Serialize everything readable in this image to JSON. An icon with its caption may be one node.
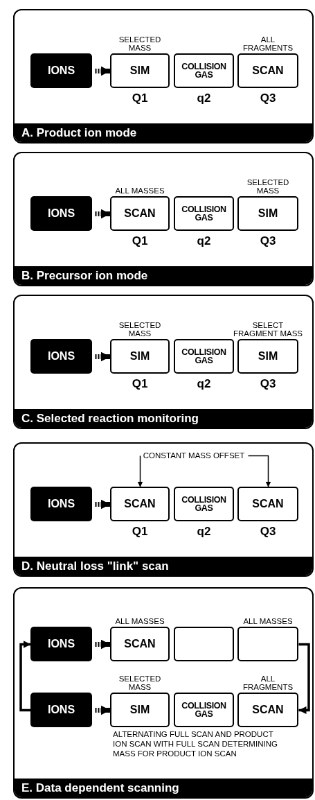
{
  "diagram": {
    "nodes": [
      {
        "text": [
          "A. Product ion mode"
        ]
      },
      {
        "text": [
          "IONS"
        ],
        "in": 0
      },
      {
        "text": [
          "SIM"
        ],
        "in": 0,
        "beside": [
          "SELECTED MASS",
          "Q1"
        ]
      },
      {
        "text": [
          "COLLISION GAS"
        ],
        "in": 0,
        "beside": [
          "q2"
        ]
      },
      {
        "text": [
          "SCAN"
        ],
        "in": 0,
        "beside": [
          "ALL FRAGMENTS",
          "Q3"
        ]
      },
      {
        "text": [
          "B. Precursor ion mode"
        ]
      },
      {
        "text": [
          "IONS"
        ],
        "in": 5
      },
      {
        "text": [
          "SCAN"
        ],
        "in": 5,
        "beside": [
          "ALL MASSES",
          "Q1"
        ]
      },
      {
        "text": [
          "COLLISION GAS"
        ],
        "in": 5,
        "beside": [
          "q2"
        ]
      },
      {
        "text": [
          "SIM"
        ],
        "in": 5,
        "beside": [
          "SELECTED MASS",
          "Q3"
        ]
      },
      {
        "text": [
          "C. Selected reaction monitoring"
        ]
      },
      {
        "text": [
          "IONS"
        ],
        "in": 10
      },
      {
        "text": [
          "SIM"
        ],
        "in": 10,
        "beside": [
          "SELECTED MASS",
          "Q1"
        ]
      },
      {
        "text": [
          "COLLISION GAS"
        ],
        "in": 10,
        "beside": [
          "q2"
        ]
      },
      {
        "text": [
          "SIM"
        ],
        "in": 10,
        "beside": [
          "SELECT FRAGMENT MASS",
          "Q3"
        ]
      },
      {
        "text": [
          "D. Neutral loss \"link\" scan"
        ]
      },
      {
        "text": [
          "CONSTANT MASS OFFSET"
        ],
        "in": 15
      },
      {
        "text": [
          "IONS"
        ],
        "in": 15
      },
      {
        "text": [
          "SCAN"
        ],
        "in": 15,
        "beside": [
          "Q1"
        ]
      },
      {
        "text": [
          "COLLISION GAS"
        ],
        "in": 15,
        "beside": [
          "q2"
        ]
      },
      {
        "text": [
          "SCAN"
        ],
        "in": 15,
        "beside": [
          "Q3"
        ]
      },
      {
        "text": [
          "E. Data dependent scanning"
        ]
      },
      {
        "text": [
          "IONS"
        ],
        "in": 21
      },
      {
        "text": [
          "SCAN"
        ],
        "in": 21,
        "beside": [
          "ALL MASSES"
        ]
      },
      {
        "text": [],
        "shape": "box",
        "in": 21
      },
      {
        "text": [],
        "shape": "box",
        "in": 21,
        "beside": [
          "ALL MASSES"
        ]
      },
      {
        "text": [
          "IONS"
        ],
        "in": 21
      },
      {
        "text": [
          "SIM"
        ],
        "in": 21,
        "beside": [
          "SELECTED MASS"
        ]
      },
      {
        "text": [
          "COLLISION GAS"
        ],
        "in": 21
      },
      {
        "text": [
          "SCAN"
        ],
        "in": 21,
        "beside": [
          "ALL FRAGMENTS"
        ]
      }
    ],
    "edges": [
      {
        "from": 1,
        "to": 2,
        "arrow": "to",
        "style": "dashed"
      },
      {
        "from": 6,
        "to": 7,
        "arrow": "to",
        "style": "dashed"
      },
      {
        "from": 11,
        "to": 12,
        "arrow": "to",
        "style": "dashed"
      },
      {
        "from": 17,
        "to": 18,
        "arrow": "to",
        "style": "dashed"
      },
      {
        "from": 16,
        "to": 18,
        "arrow": "to"
      },
      {
        "from": 16,
        "to": 20,
        "arrow": "to"
      },
      {
        "from": 22,
        "to": 23,
        "arrow": "to",
        "style": "dashed"
      },
      {
        "from": 26,
        "to": 27,
        "arrow": "to",
        "style": "dashed"
      },
      {
        "from": 25,
        "to": 29,
        "arrow": "to"
      },
      {
        "from": 26,
        "to": 22,
        "arrow": "to"
      }
    ],
    "labels": [
      "ALTERNATING FULL SCAN AND PRODUCT ION SCAN WITH FULL SCAN DETERMINING MASS FOR PRODUCT ION SCAN"
    ]
  }
}
